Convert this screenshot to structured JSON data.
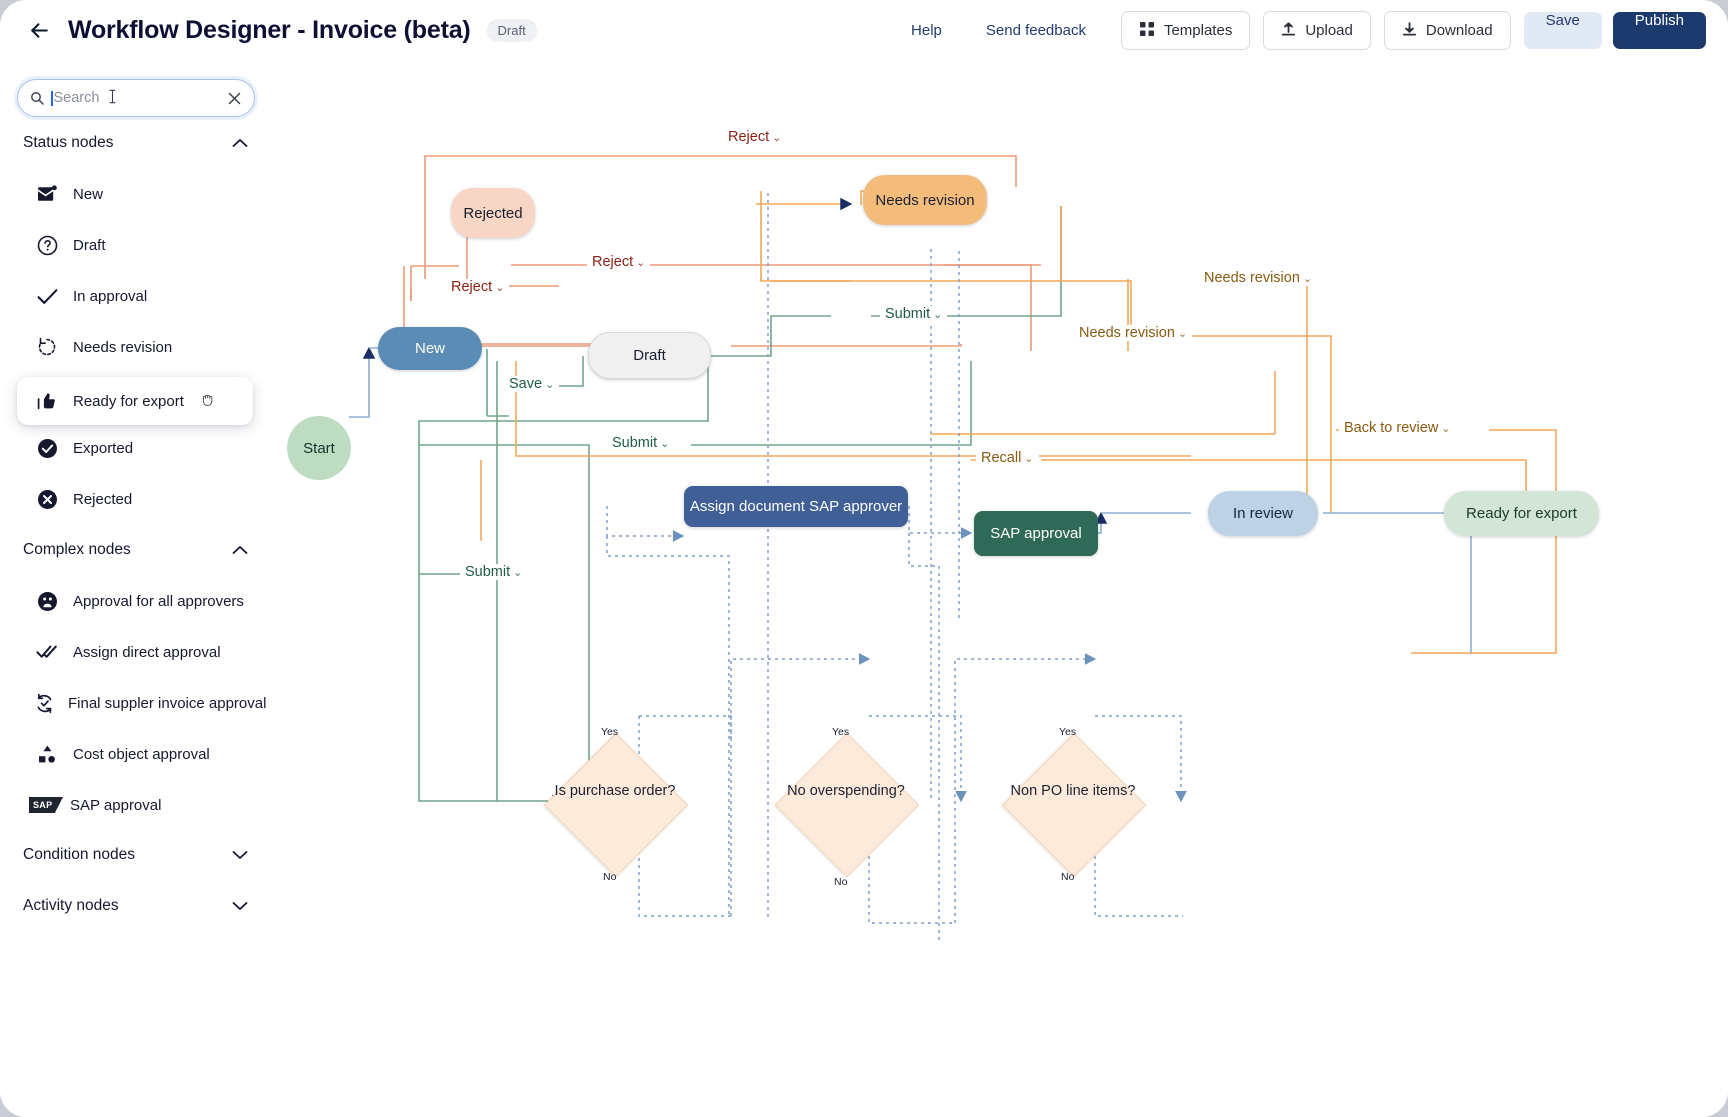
{
  "header": {
    "back_icon": "back-arrow-icon",
    "title": "Workflow Designer - Invoice (beta)",
    "badge": "Draft",
    "help": "Help",
    "feedback": "Send feedback",
    "templates": "Templates",
    "upload": "Upload",
    "download": "Download",
    "save": "Save",
    "publish": "Publish"
  },
  "colors": {
    "publish_bg": "#1d3a6e",
    "save_bg": "#e1e9f5",
    "accent_link": "#243b72",
    "node_new": "#5b8cb5",
    "node_draft": "#f0f0f0",
    "node_rejected": "#f8d6c6",
    "node_needs_revision": "#f3bc7a",
    "node_in_review": "#bed2e6",
    "node_ready_export": "#d3e5d6",
    "node_sap_approval": "#2f6a59",
    "node_assign_sap": "#3f5f96",
    "node_start": "#bedcc2",
    "diamond": "#fdeada"
  },
  "search": {
    "placeholder": "Search",
    "value": "",
    "icon": "search-icon",
    "clear_icon": "close-icon"
  },
  "sidebar": {
    "groups": [
      {
        "id": "status-nodes",
        "title": "Status nodes",
        "expanded": true,
        "chevron": "chevron-up-icon",
        "items": [
          {
            "label": "New",
            "icon": "mail-new-icon"
          },
          {
            "label": "Draft",
            "icon": "question-circle-icon"
          },
          {
            "label": "In approval",
            "icon": "check-icon"
          },
          {
            "label": "Needs revision",
            "icon": "rotate-ccw-icon"
          },
          {
            "label": "Ready for export",
            "icon": "thumbs-up-icon",
            "selected": true,
            "cursor": "grab-cursor-icon"
          },
          {
            "label": "Exported",
            "icon": "check-circle-filled-icon"
          },
          {
            "label": "Rejected",
            "icon": "x-circle-filled-icon"
          }
        ]
      },
      {
        "id": "complex-nodes",
        "title": "Complex nodes",
        "expanded": true,
        "chevron": "chevron-up-icon",
        "items": [
          {
            "label": "Approval for all approvers",
            "icon": "users-circle-icon"
          },
          {
            "label": "Assign direct approval",
            "icon": "double-check-icon"
          },
          {
            "label": "Final suppler invoice approval",
            "icon": "refresh-check-icon"
          },
          {
            "label": "Cost object approval",
            "icon": "shapes-icon"
          },
          {
            "label": "SAP approval",
            "icon": "sap-logo-icon",
            "badge_text": "SAP"
          }
        ]
      },
      {
        "id": "condition-nodes",
        "title": "Condition nodes",
        "expanded": false,
        "chevron": "chevron-down-icon",
        "items": []
      },
      {
        "id": "activity-nodes",
        "title": "Activity nodes",
        "expanded": false,
        "chevron": "chevron-down-icon",
        "items": []
      }
    ]
  },
  "flow": {
    "nodes": [
      {
        "id": "start",
        "label": "Start",
        "type": "circle"
      },
      {
        "id": "new",
        "label": "New",
        "type": "pill"
      },
      {
        "id": "draft",
        "label": "Draft",
        "type": "pill"
      },
      {
        "id": "rejected",
        "label": "Rejected",
        "type": "pill"
      },
      {
        "id": "needs-revision",
        "label": "Needs revision",
        "type": "pill"
      },
      {
        "id": "in-review",
        "label": "In review",
        "type": "pill"
      },
      {
        "id": "ready-for-export",
        "label": "Ready for export",
        "type": "pill"
      },
      {
        "id": "assign-sap",
        "label": "Assign document SAP approver",
        "type": "rect"
      },
      {
        "id": "sap-approval",
        "label": "SAP approval",
        "type": "rect"
      },
      {
        "id": "is-purchase-order",
        "label": "Is purchase order?",
        "type": "diamond",
        "yes": "Yes",
        "no": "No"
      },
      {
        "id": "no-overspending",
        "label": "No overspending?",
        "type": "diamond",
        "yes": "Yes",
        "no": "No"
      },
      {
        "id": "non-po-line-items",
        "label": "Non PO line items?",
        "type": "diamond",
        "yes": "Yes",
        "no": "No"
      }
    ],
    "edge_labels": [
      {
        "id": "reject-top",
        "text": "Reject",
        "color": "reject"
      },
      {
        "id": "reject-mid",
        "text": "Reject",
        "color": "reject"
      },
      {
        "id": "reject-low",
        "text": "Reject",
        "color": "reject"
      },
      {
        "id": "save",
        "text": "Save",
        "color": "green"
      },
      {
        "id": "submit-top",
        "text": "Submit",
        "color": "green"
      },
      {
        "id": "submit-mid",
        "text": "Submit",
        "color": "green"
      },
      {
        "id": "submit-low",
        "text": "Submit",
        "color": "green"
      },
      {
        "id": "needs-revision-r1",
        "text": "Needs revision",
        "color": "orange"
      },
      {
        "id": "needs-revision-r2",
        "text": "Needs revision",
        "color": "orange"
      },
      {
        "id": "recall",
        "text": "Recall",
        "color": "orange"
      },
      {
        "id": "back-to-review",
        "text": "Back to review",
        "color": "orange"
      }
    ],
    "chevron_glyph": "⌄"
  }
}
